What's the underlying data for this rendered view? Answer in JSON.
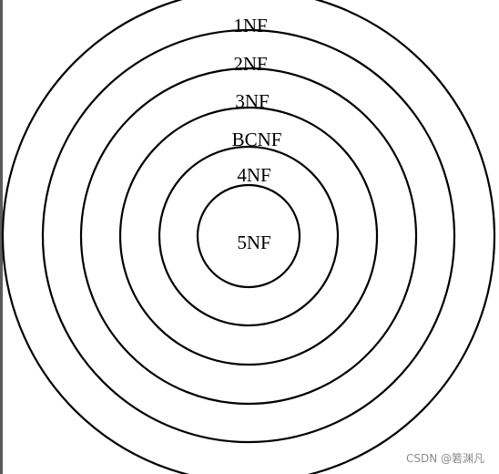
{
  "diagram": {
    "rings": [
      {
        "label": "1NF"
      },
      {
        "label": "2NF"
      },
      {
        "label": "3NF"
      },
      {
        "label": "BCNF"
      },
      {
        "label": "4NF"
      },
      {
        "label": "5NF"
      }
    ]
  },
  "watermark": {
    "text": "CSDN @箬渊凡"
  },
  "colors": {
    "stroke": "#000000",
    "background": "#ffffff",
    "watermark": "#8a8a8a"
  }
}
